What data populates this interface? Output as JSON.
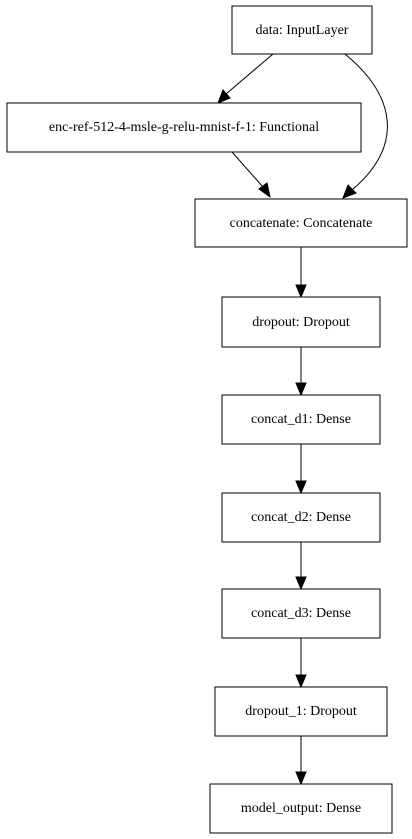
{
  "diagram": {
    "nodes": [
      {
        "id": "data",
        "label": "data: InputLayer"
      },
      {
        "id": "enc",
        "label": "enc-ref-512-4-msle-g-relu-mnist-f-1: Functional"
      },
      {
        "id": "concatenate",
        "label": "concatenate: Concatenate"
      },
      {
        "id": "dropout",
        "label": "dropout: Dropout"
      },
      {
        "id": "concat_d1",
        "label": "concat_d1: Dense"
      },
      {
        "id": "concat_d2",
        "label": "concat_d2: Dense"
      },
      {
        "id": "concat_d3",
        "label": "concat_d3: Dense"
      },
      {
        "id": "dropout_1",
        "label": "dropout_1: Dropout"
      },
      {
        "id": "model_output",
        "label": "model_output: Dense"
      }
    ],
    "edges": [
      {
        "from": "data",
        "to": "enc"
      },
      {
        "from": "data",
        "to": "concatenate"
      },
      {
        "from": "enc",
        "to": "concatenate"
      },
      {
        "from": "concatenate",
        "to": "dropout"
      },
      {
        "from": "dropout",
        "to": "concat_d1"
      },
      {
        "from": "concat_d1",
        "to": "concat_d2"
      },
      {
        "from": "concat_d2",
        "to": "concat_d3"
      },
      {
        "from": "concat_d3",
        "to": "dropout_1"
      },
      {
        "from": "dropout_1",
        "to": "model_output"
      }
    ]
  }
}
